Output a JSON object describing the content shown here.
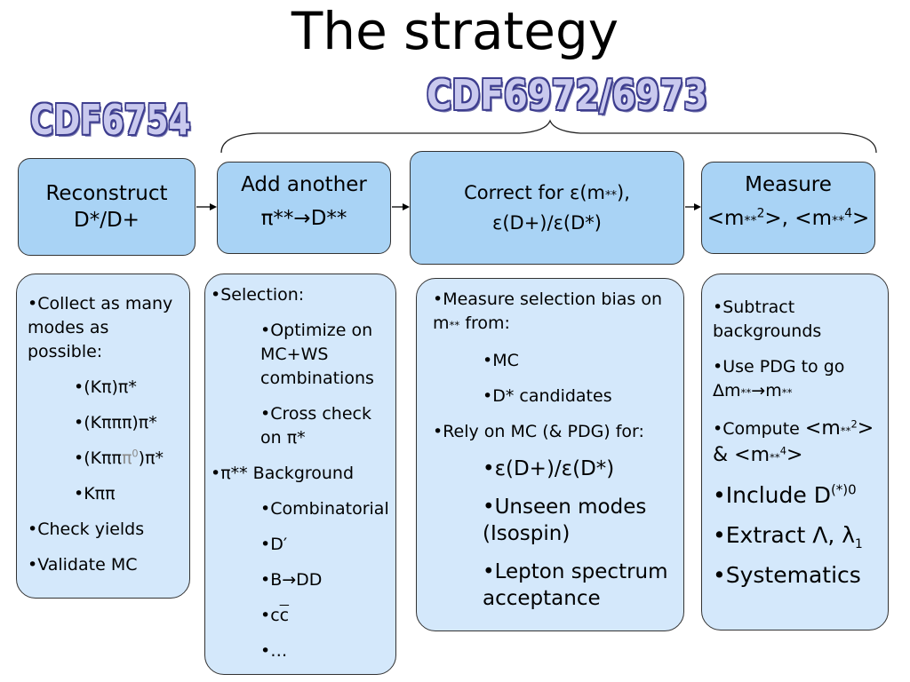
{
  "title": "The strategy",
  "tags": {
    "left": "CDF6754",
    "right": "CDF6972/6973"
  },
  "colors": {
    "box_fill": "#a9d3f5",
    "content_fill": "#d4e8fb",
    "tag_fill": "#c9c9ee",
    "tag_outline": "#3d3d8e"
  },
  "steps": [
    {
      "line1": "Reconstruct",
      "line2": "D*/D+"
    },
    {
      "line1": "Add another",
      "line2_pre": "π**",
      "line2_arrow": "→",
      "line2_post": "D**"
    },
    {
      "line1_pre": "Correct for ",
      "line1_eps": "ε",
      "line1_m": "(m",
      "line1_sub": "**",
      "line1_post": "),",
      "line2": "ε(D+)/ε(D*)"
    },
    {
      "line1": "Measure",
      "m1": "<m",
      "sub": "**",
      "sup1": "2",
      "mid": ">, <m",
      "sup2": "4",
      "end": ">"
    }
  ],
  "col1": {
    "collect": "•Collect as many modes as possible:",
    "m1": "•(Kπ)π*",
    "m2": "•(Kπππ)π*",
    "m3_pre": "•(Kππ",
    "m3_gray": "π",
    "m3_sup": "0",
    "m3_post": ")π*",
    "m4": "•Kππ",
    "check": "•Check yields",
    "validate": "•Validate MC"
  },
  "col2": {
    "selection": "•Selection:",
    "optimize": "•Optimize on MC+WS combinations",
    "cross": "•Cross check on π*",
    "background": "•π** Background",
    "combinatorial": "•Combinatorial",
    "dprime": "•D′",
    "b_pre": "•B",
    "b_arrow": "→",
    "b_post": "DD",
    "cc_pre": "•c",
    "cc_bar": "c",
    "ellipsis": "•…"
  },
  "col3": {
    "measure_pre": "•Measure selection bias on m",
    "measure_sub": "**",
    "measure_post": " from:",
    "mc": "•MC",
    "dstar": "•D* candidates",
    "rely": "•Rely on MC (& PDG) for:",
    "eps": "•ε(D+)/ε(D*)",
    "unseen": "•Unseen modes (Isospin)",
    "lepton": "•Lepton spectrum acceptance"
  },
  "col4": {
    "subtract": "•Subtract backgrounds",
    "pdg_pre": "•Use PDG to go ",
    "pdg_delta": "Δm",
    "pdg_sub1": "**",
    "pdg_arrow": "→",
    "pdg_m": "m",
    "pdg_sub2": "**",
    "compute_pre": "•Compute ",
    "compute_m": "<m",
    "compute_sub": "**",
    "compute_sup": "2",
    "compute_gt": ">",
    "compute_and": "& <m",
    "compute_sub2": "**",
    "compute_sup2": "4",
    "compute_gt2": ">",
    "include_pre": "•Include D",
    "include_sup": "(*)0",
    "extract_pre": "•Extract Λ, λ",
    "extract_sub": "1",
    "systematics": "•Systematics"
  }
}
